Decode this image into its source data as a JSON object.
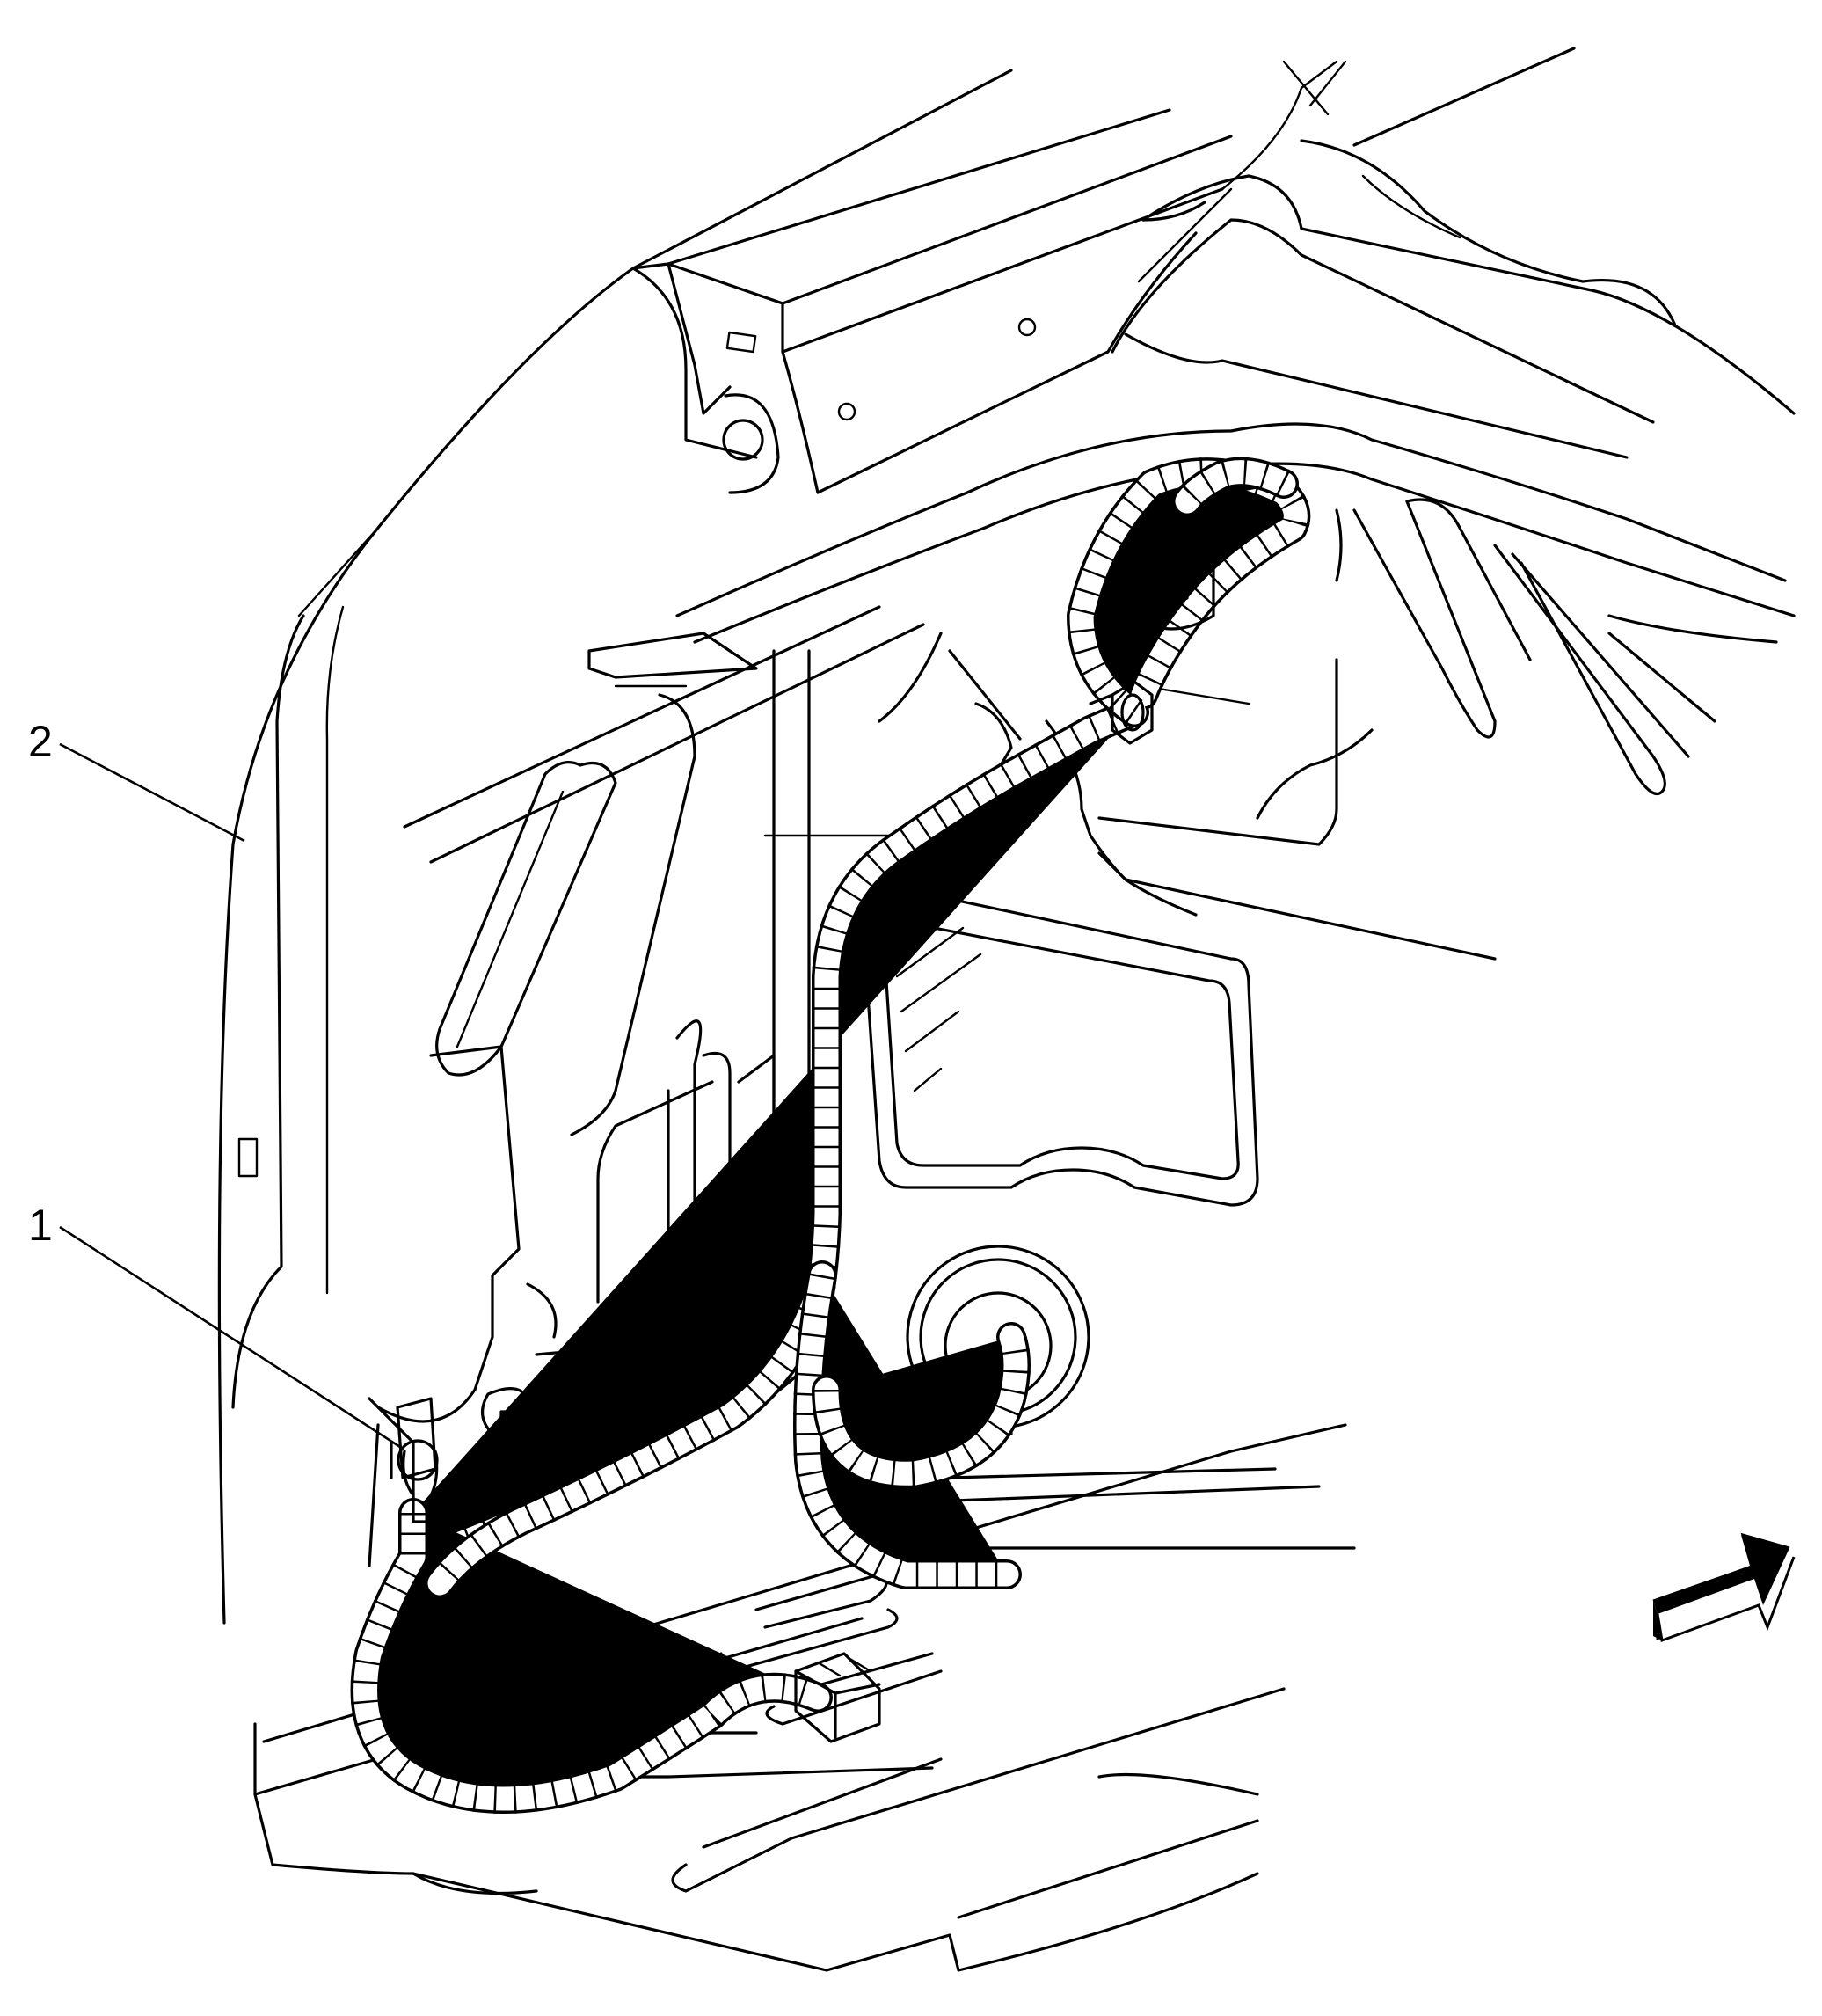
{
  "callouts": [
    {
      "id": "1",
      "label": "1"
    },
    {
      "id": "2",
      "label": "2"
    }
  ],
  "icons": {
    "direction_arrow": "view-direction-arrow-icon"
  },
  "colors": {
    "line": "#000000",
    "background": "#ffffff"
  }
}
